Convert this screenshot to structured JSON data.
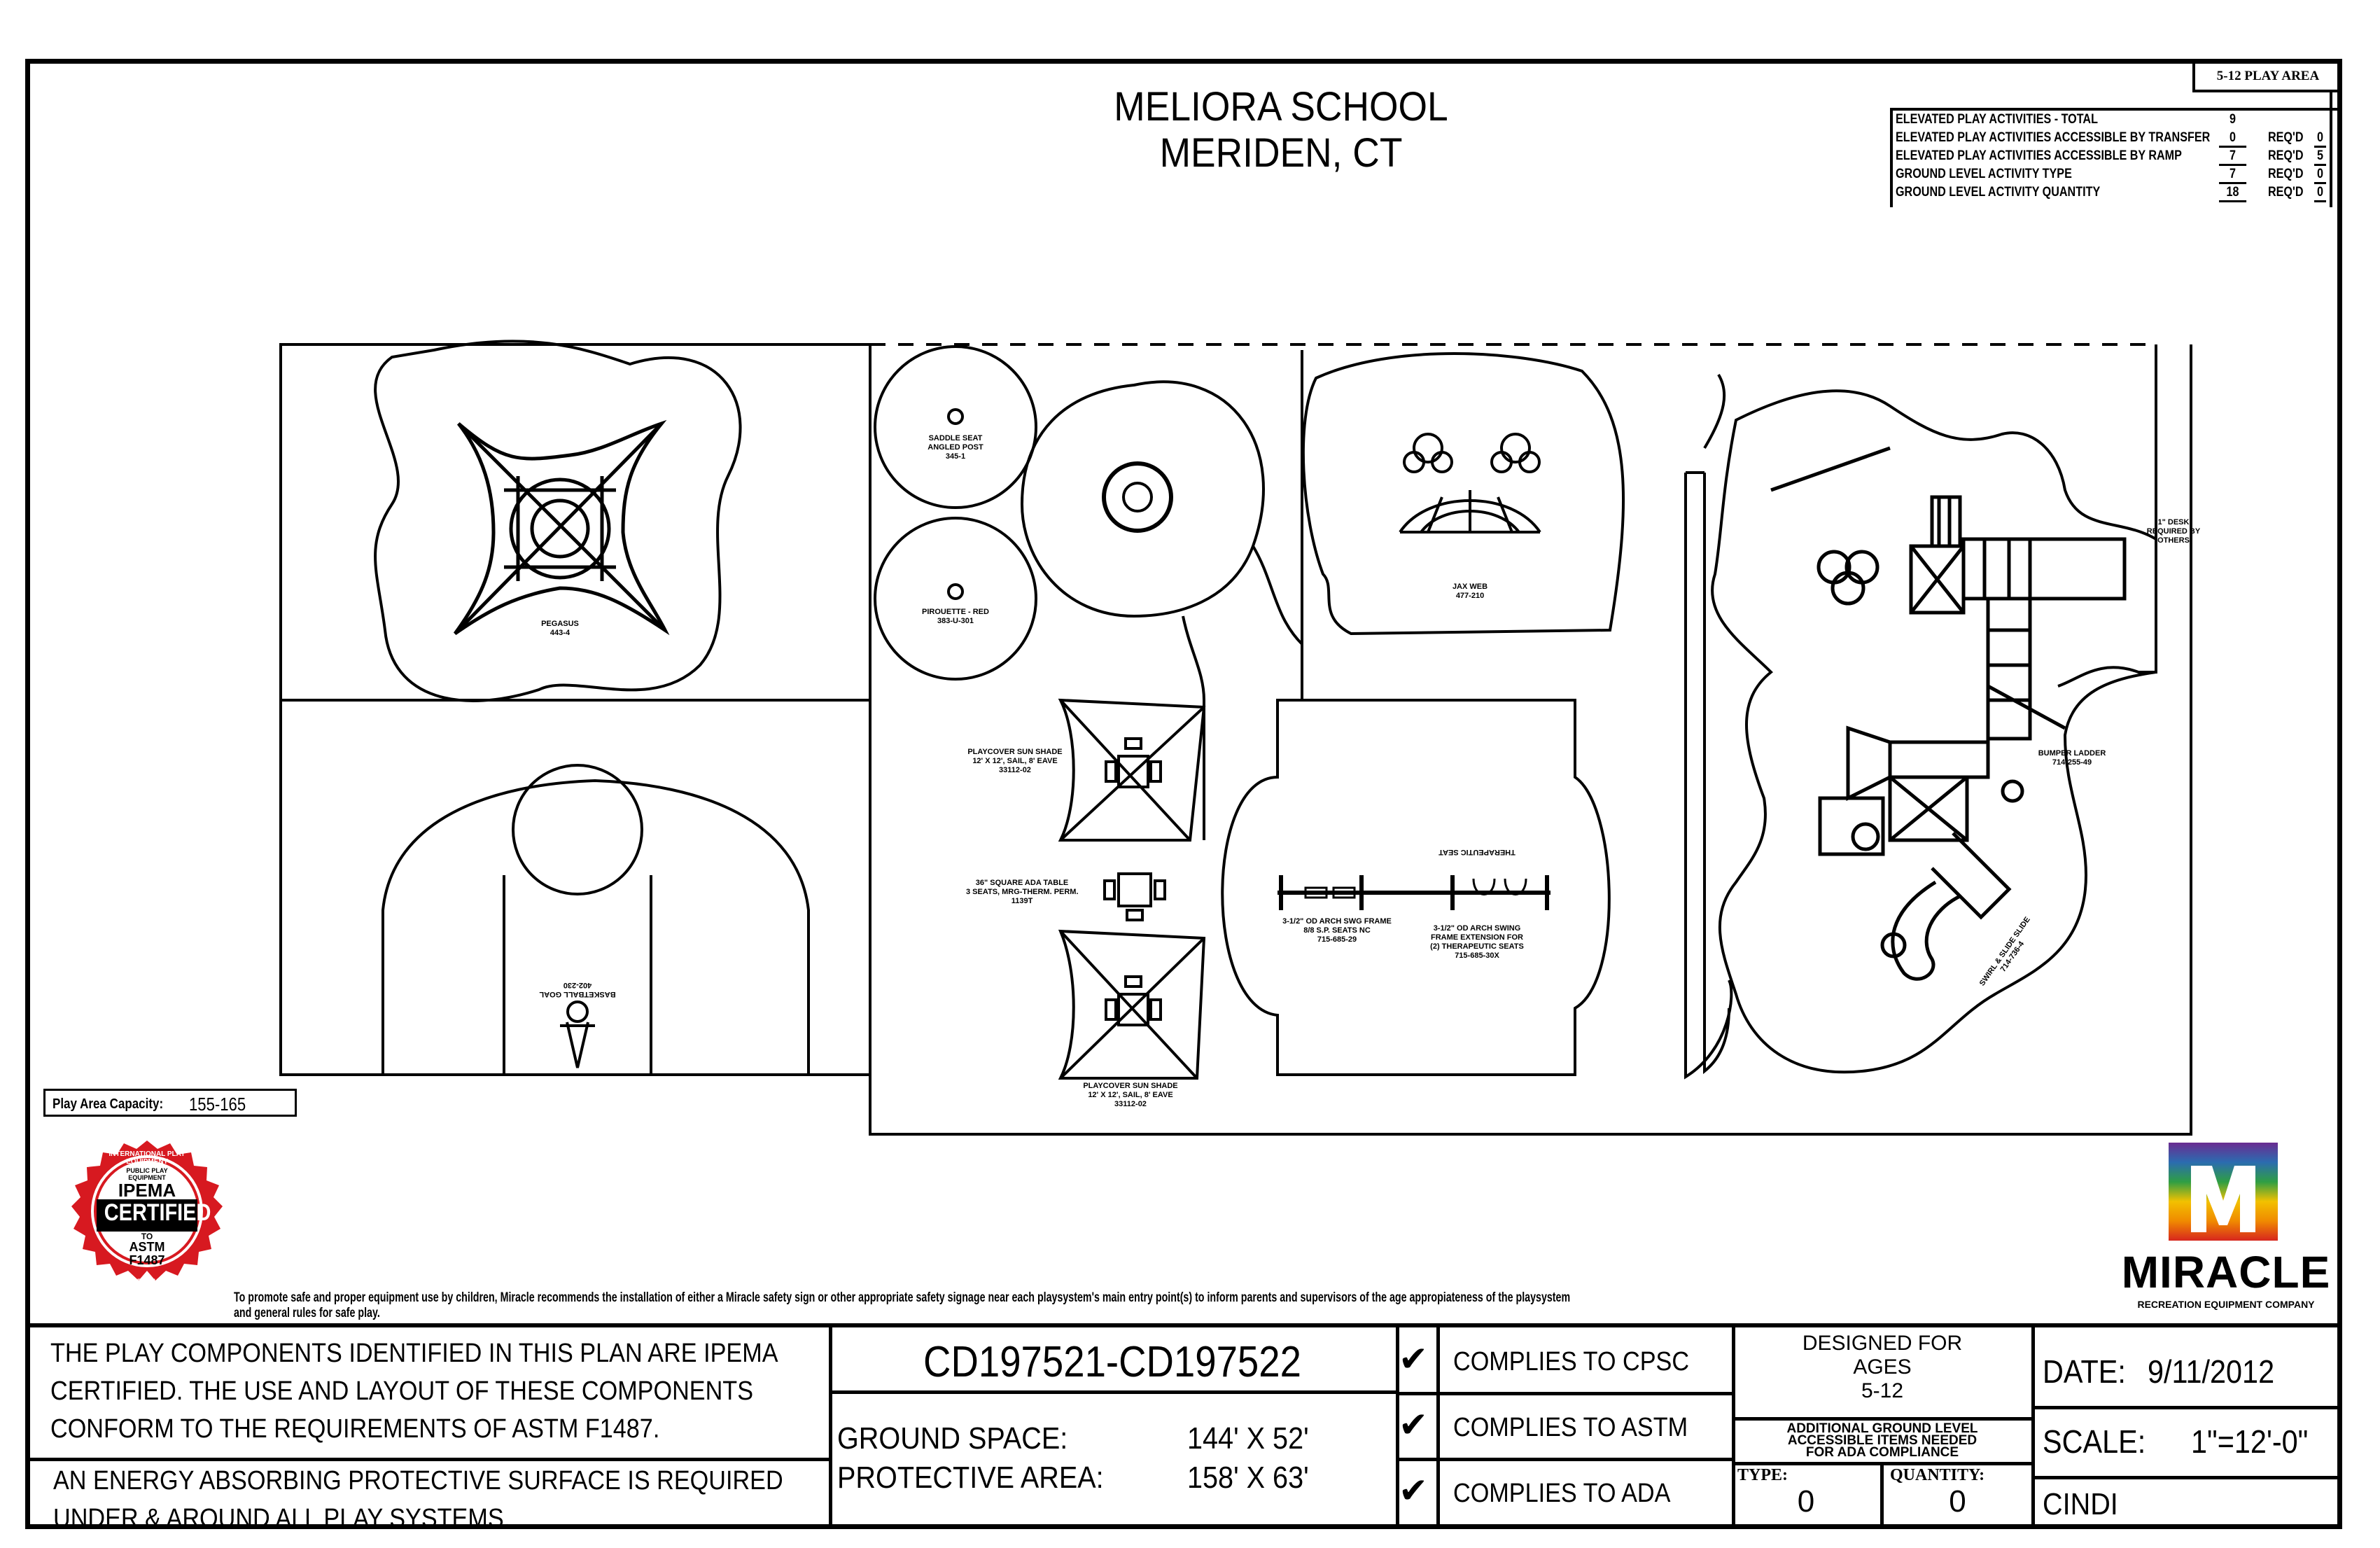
{
  "header": {
    "title_line1": "MELIORA SCHOOL",
    "title_line2": "MERIDEN, CT"
  },
  "play_area_table": {
    "heading": "5-12 PLAY AREA",
    "rows": [
      {
        "label": "ELEVATED PLAY ACTIVITIES  - TOTAL",
        "value": "9",
        "req_label": "",
        "req_value": ""
      },
      {
        "label": "ELEVATED PLAY ACTIVITIES ACCESSIBLE BY TRANSFER",
        "value": "0",
        "req_label": "REQ'D",
        "req_value": "0"
      },
      {
        "label": "ELEVATED PLAY ACTIVITIES ACCESSIBLE BY RAMP",
        "value": "7",
        "req_label": "REQ'D",
        "req_value": "5"
      },
      {
        "label": "GROUND LEVEL ACTIVITY TYPE",
        "value": "7",
        "req_label": "REQ'D",
        "req_value": "0"
      },
      {
        "label": "GROUND LEVEL ACTIVITY QUANTITY",
        "value": "18",
        "req_label": "REQ'D",
        "req_value": "0"
      }
    ]
  },
  "plan_labels": {
    "pegasus": "PEGASUS",
    "pegasus_code": "443-4",
    "saddle_seat": "SADDLE SEAT",
    "saddle_seat_2": "ANGLED POST",
    "saddle_seat_code": "345-1",
    "pirouette": "PIROUETTE - RED",
    "pirouette_code": "383-U-301",
    "jax_web": "JAX WEB",
    "jax_web_code": "477-210",
    "sun_shade_1": "PLAYCOVER SUN SHADE",
    "sun_shade_1b": "12' X 12', SAIL, 8' EAVE",
    "sun_shade_1c": "33112-02",
    "ada_table": "36\" SQUARE ADA TABLE",
    "ada_table_b": "3 SEATS, MRG-THERM. PERM.",
    "ada_table_c": "1139T",
    "sun_shade_2": "PLAYCOVER SUN SHADE",
    "sun_shade_2b": "12' X 12', SAIL, 8' EAVE",
    "sun_shade_2c": "33112-02",
    "swing_frame_1": "3-1/2\" OD ARCH SWG FRAME",
    "swing_frame_1b": "8/8 S.P. SEATS NC",
    "swing_frame_1c": "715-685-29",
    "swing_frame_2": "3-1/2\" OD ARCH SWING",
    "swing_frame_2b": "FRAME EXTENSION FOR",
    "swing_frame_2c": "(2) THERAPEUTIC SEATS",
    "swing_frame_2d": "715-685-30X",
    "therapeutic_seat": "THERAPEUTIC SEAT",
    "basketball": "BASKETBALL GOAL",
    "basketball_code": "402-230",
    "bumper_ladder": "BUMPER LADDER",
    "bumper_code": "714-255-49",
    "slide": "SWIRL & SLIDE SLIDE",
    "slide_code": "714-736-4",
    "by_others": "1\" DESK REQUIRED BY OTHERS",
    "capacity_label": "Play Area Capacity:",
    "capacity_value": "155-165"
  },
  "notice": {
    "line1": "To promote safe and proper equipment use by children, Miracle recommends the installation of either a Miracle safety sign or other appropriate safety signage near each playsystem's main entry point(s) to inform parents and supervisors of the age appropiateness of the playsystem",
    "line2": "and general rules for safe play."
  },
  "ipema_seal": {
    "ring_top": "INTERNATIONAL PLAY EQUIPMENT",
    "ring_bottom": "MANUFACTURERS ASSOCIATION",
    "inner": "PUBLIC PLAY EQUIPMENT",
    "ipema": "IPEMA",
    "certified": "CERTIFIED",
    "to": "TO",
    "astm": "ASTM",
    "f1487": "F1487"
  },
  "brand": {
    "name": "MIRACLE",
    "tagline": "RECREATION EQUIPMENT COMPANY"
  },
  "title_block": {
    "cert_text_1": "THE PLAY COMPONENTS IDENTIFIED IN THIS PLAN ARE IPEMA",
    "cert_text_2": "CERTIFIED. THE USE AND LAYOUT OF THESE COMPONENTS",
    "cert_text_3": "CONFORM TO THE REQUIREMENTS OF ASTM F1487.",
    "surface_text_1": "AN ENERGY ABSORBING PROTECTIVE SURFACE IS REQUIRED",
    "surface_text_2": "UNDER & AROUND ALL PLAY SYSTEMS.",
    "drawing_number": "CD197521-CD197522",
    "ground_space_label": "GROUND SPACE:",
    "ground_space_value": "144' X 52'",
    "protective_area_label": "PROTECTIVE AREA:",
    "protective_area_value": "158' X 63'",
    "complies_cpsc": "COMPLIES TO CPSC",
    "complies_astm": "COMPLIES TO ASTM",
    "complies_ada": "COMPLIES TO ADA",
    "check_mark": "✔",
    "designed_for": "DESIGNED FOR",
    "ages_label": "AGES",
    "ages_value": "5-12",
    "additional_1": "ADDITIONAL GROUND  LEVEL",
    "additional_2": "ACCESSIBLE ITEMS NEEDED",
    "additional_3": "FOR ADA COMPLIANCE",
    "type_label": "TYPE:",
    "type_value": "0",
    "quantity_label": "QUANTITY:",
    "quantity_value": "0",
    "date_label": "DATE:",
    "date_value": "9/11/2012",
    "scale_label": "SCALE:",
    "scale_value": "1\"=12'-0\"",
    "drawn_by": "CINDI"
  }
}
